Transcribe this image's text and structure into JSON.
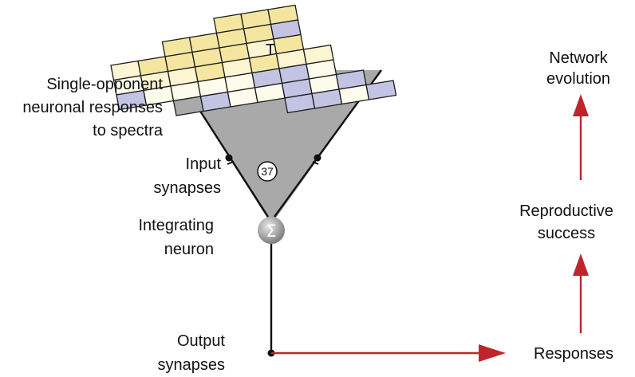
{
  "labels": {
    "single_opponent": [
      "Single-opponent",
      "neuronal responses",
      "to spectra"
    ],
    "input_synapses": [
      "Input",
      "synapses"
    ],
    "integrating_neuron": [
      "Integrating",
      "neuron"
    ],
    "output_synapses": [
      "Output",
      "synapses"
    ],
    "network_evolution": [
      "Network",
      "evolution"
    ],
    "reproductive_success": [
      "Reproductive",
      "success"
    ],
    "responses": "Responses"
  },
  "badge_number": "37",
  "neuron_symbol": "Σ",
  "grid_marker": "T",
  "colors": {
    "funnel_gray": "#a9a9a9",
    "arrow_red": "#c0242b",
    "grid_yellow": "#f4e6a0",
    "grid_pale_yellow": "#fbf5d2",
    "grid_cream": "#fdfbec",
    "grid_lavender": "#c3c3e3",
    "neuron_gray": "#9a9a9a"
  }
}
